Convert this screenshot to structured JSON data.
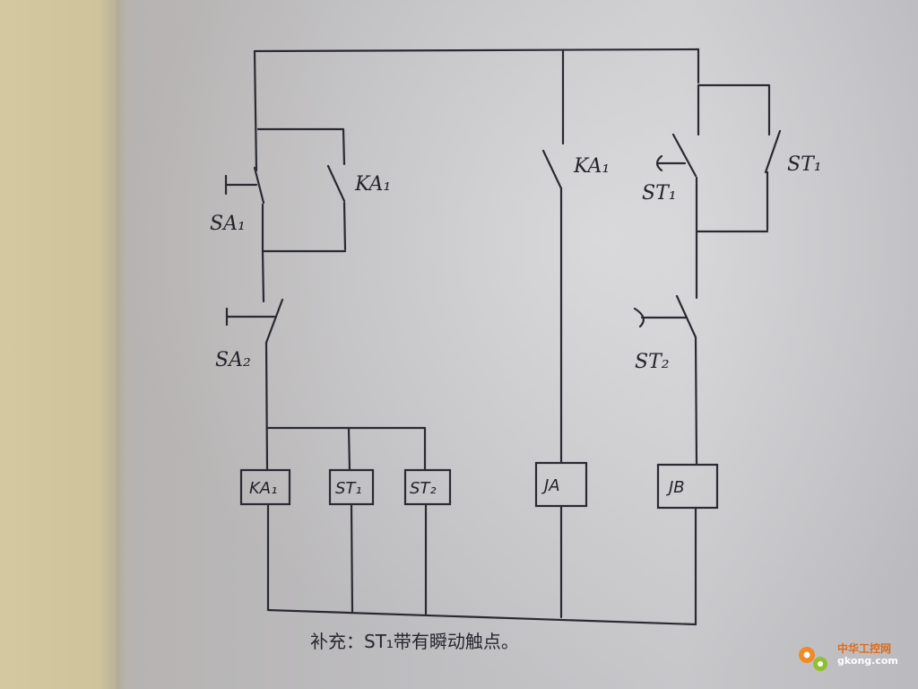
{
  "diagram": {
    "contacts": {
      "sa1": "SA₁",
      "ka1_left": "KA₁",
      "sa2": "SA₂",
      "ka1_right": "KA₁",
      "st1_instant": "ST₁",
      "st1_delay": "ST₁",
      "st2": "ST₂"
    },
    "coils": {
      "ka1": "KA₁",
      "st1": "ST₁",
      "st2": "ST₂",
      "ja": "JA",
      "jb": "JB"
    },
    "note": "补充：ST₁带有瞬动触点。"
  },
  "watermark": {
    "cn": "中华工控网",
    "en": "gkong.com",
    "color": "#e06a1c"
  }
}
